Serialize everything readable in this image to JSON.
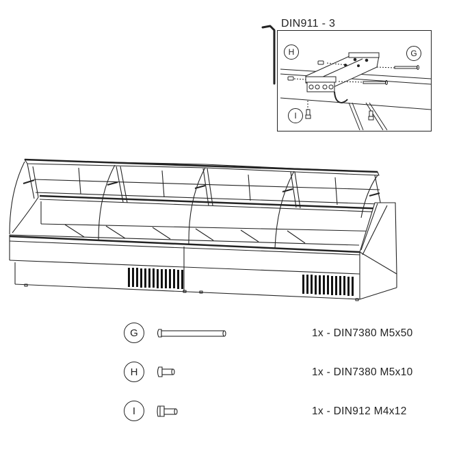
{
  "detail": {
    "title": "DIN911 - 3",
    "labels": {
      "g": "G",
      "h": "H",
      "i": "I"
    }
  },
  "parts": [
    {
      "id": "G",
      "quantity_text": "1x - DIN7380 M5x50",
      "icon": "long-bolt-icon"
    },
    {
      "id": "H",
      "quantity_text": "1x - DIN7380 M5x10",
      "icon": "short-bolt-icon"
    },
    {
      "id": "I",
      "quantity_text": "1x - DIN912 M4x12",
      "icon": "socket-cap-screw-icon"
    }
  ],
  "colors": {
    "line": "#1a1a1a",
    "background": "#ffffff"
  }
}
